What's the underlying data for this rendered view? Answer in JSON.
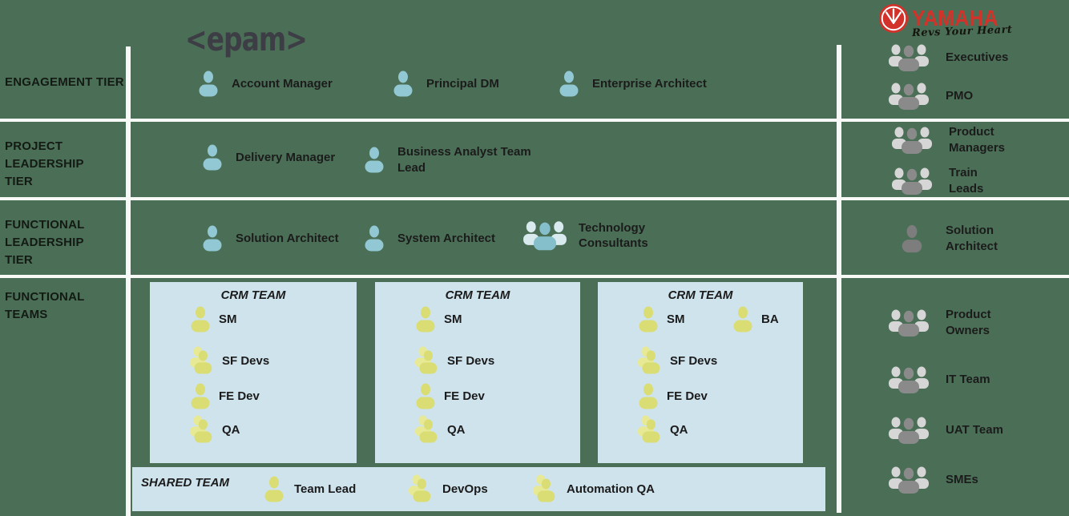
{
  "logos": {
    "epam": "<epam>",
    "yamaha": "YAMAHA",
    "yamaha_tagline": "Revs Your Heart"
  },
  "tiers": [
    "ENGAGEMENT TIER",
    "PROJECT LEADERSHIP TIER",
    "FUNCTIONAL LEADERSHIP TIER",
    "FUNCTIONAL TEAMS"
  ],
  "epam": {
    "engagement": [
      "Account Manager",
      "Principal DM",
      "Enterprise Architect"
    ],
    "project": [
      "Delivery Manager",
      "Business Analyst Team Lead"
    ],
    "functional": [
      "Solution Architect",
      "System Architect",
      "Technology Consultants"
    ]
  },
  "crm_teams": [
    {
      "title": "CRM TEAM",
      "roles": [
        "SM",
        "SF Devs",
        "FE Dev",
        "QA"
      ]
    },
    {
      "title": "CRM TEAM",
      "roles": [
        "SM",
        "SF Devs",
        "FE Dev",
        "QA"
      ]
    },
    {
      "title": "CRM TEAM",
      "roles": [
        "SM",
        "SF Devs",
        "FE Dev",
        "QA",
        "BA"
      ]
    }
  ],
  "shared_team": {
    "title": "SHARED TEAM",
    "roles": [
      "Team Lead",
      "DevOps",
      "Automation QA"
    ]
  },
  "yamaha": {
    "engagement": [
      "Executives",
      "PMO"
    ],
    "project": [
      "Product Managers",
      "Train Leads"
    ],
    "functional": [
      "Solution Architect"
    ],
    "teams": [
      "Product Owners",
      "IT Team",
      "UAT Team",
      "SMEs"
    ]
  },
  "colors": {
    "background": "#4b6f56",
    "team_box": "#cfe3ed",
    "epam_icon_blue": "#92c8d4",
    "team_icon_yellow": "#d9dd74",
    "client_icon_gray": "#8a8a8a",
    "yamaha_red": "#d23229",
    "divider_white": "#f7f9f6"
  }
}
